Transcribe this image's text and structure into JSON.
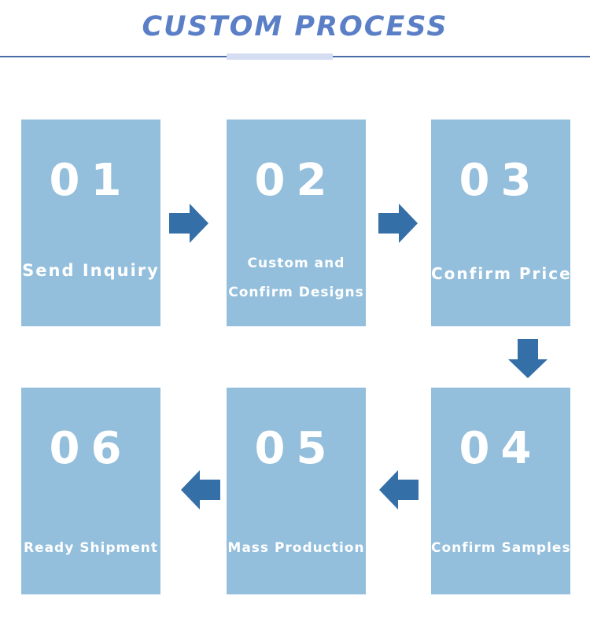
{
  "title": "CUSTOM PROCESS",
  "colors": {
    "title": "#5b7fc6",
    "rule": "#4a6aa8",
    "rule_tab": "#d5ddf3",
    "card": "#93bfdc",
    "card_text": "#ffffff",
    "arrow": "#356fa7"
  },
  "steps": [
    {
      "number": "01",
      "label": "Send Inquiry"
    },
    {
      "number": "02",
      "label": "Custom and\nConfirm Designs"
    },
    {
      "number": "03",
      "label": "Confirm Price"
    },
    {
      "number": "04",
      "label": "Confirm Samples"
    },
    {
      "number": "05",
      "label": "Mass Production"
    },
    {
      "number": "06",
      "label": "Ready Shipment"
    }
  ],
  "arrows": [
    {
      "from": "01",
      "to": "02",
      "direction": "right"
    },
    {
      "from": "02",
      "to": "03",
      "direction": "right"
    },
    {
      "from": "03",
      "to": "04",
      "direction": "down"
    },
    {
      "from": "04",
      "to": "05",
      "direction": "left"
    },
    {
      "from": "05",
      "to": "06",
      "direction": "left"
    }
  ]
}
